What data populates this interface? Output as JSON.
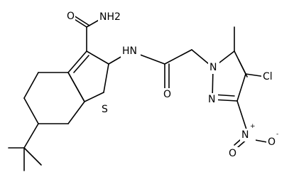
{
  "molecule": {
    "atom_labels": {
      "nh2": "NH2",
      "nh": "HN",
      "o_amide_top": "O",
      "o_amide": "O",
      "s": "S",
      "n1": "N",
      "n2": "N",
      "cl": "Cl",
      "n_nitro": "N",
      "o_nitro_top": "O",
      "o_nitro": "O"
    },
    "charges": {
      "n_nitro": "+",
      "o_nitro": "-"
    }
  }
}
